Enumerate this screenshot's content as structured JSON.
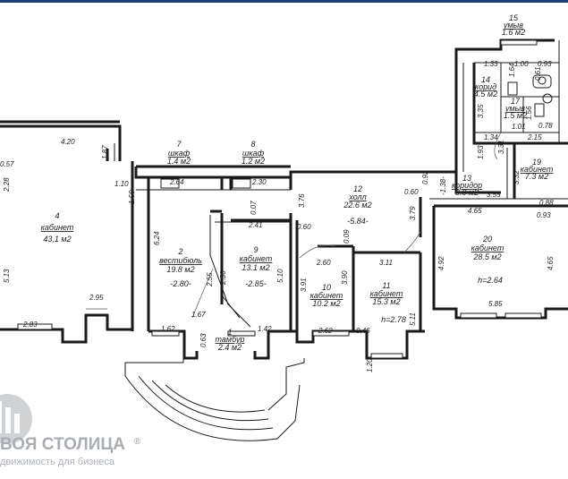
{
  "top_bar_color": "#1f3f7a",
  "rooms": [
    {
      "id": "r1",
      "num": "1",
      "name": "тамбур",
      "area": "2.4 м2"
    },
    {
      "id": "r2",
      "num": "2",
      "name": "вестибюль",
      "area": "19.8 м2",
      "mark": "-2.80-"
    },
    {
      "id": "r4",
      "num": "4",
      "name": "кабинет",
      "area": "43,1 м2"
    },
    {
      "id": "r7",
      "num": "7",
      "name": "шкаф",
      "area": "1.4 м2"
    },
    {
      "id": "r8",
      "num": "8",
      "name": "шкаф",
      "area": "1.2 м2"
    },
    {
      "id": "r9",
      "num": "9",
      "name": "кабинет",
      "area": "13.1 м2",
      "mark": "-2.85-"
    },
    {
      "id": "r10",
      "num": "10",
      "name": "кабинет",
      "area": "10.2 м2"
    },
    {
      "id": "r11",
      "num": "11",
      "name": "кабинет",
      "area": "15.3 м2",
      "mark": "h=2.78"
    },
    {
      "id": "r12",
      "num": "12",
      "name": "холл",
      "area": "22.6 м2",
      "mark": "-5.84-"
    },
    {
      "id": "r13",
      "num": "13",
      "name": "коридор",
      "area": "8.0 м2"
    },
    {
      "id": "r14",
      "num": "14",
      "name": "корид",
      "area": "4.5 м2"
    },
    {
      "id": "r15",
      "num": "15",
      "name": "умыв",
      "area": "1.6 м2"
    },
    {
      "id": "r17",
      "num": "17",
      "name": "умыв",
      "area": "1.5 м2"
    },
    {
      "id": "r19",
      "num": "19",
      "name": "кабинет",
      "area": "7.3 м2"
    },
    {
      "id": "r20",
      "num": "20",
      "name": "кабинет",
      "area": "28.5 м2",
      "mark": "h=2.64"
    }
  ],
  "dimensions": [
    "4.20",
    "1.87",
    "0.57",
    "2.28",
    "5.13",
    "2.95",
    "2.83",
    "1.10",
    "1.50",
    "6.24",
    "2.64",
    "2.30",
    "0.07",
    "2.41",
    "3.76",
    "0.60",
    "0.09",
    "2.60",
    "3.11",
    "3.79",
    "0.60",
    "0.92",
    "-1.38-",
    "3.55",
    "0.88",
    "0.93",
    "4.65",
    "4.92",
    "4.65",
    "5.85",
    "2.55",
    "2.36",
    "5.10",
    "1.67",
    "1.62",
    "0.63",
    "1.42",
    "3.91",
    "3.90",
    "2.62",
    "0.46",
    "1.20",
    "5.11",
    "1.33",
    "1.64",
    "1.00",
    "0.93",
    "0.61",
    "3.35",
    "0.78",
    "1.01",
    "1.56",
    "1.34",
    "2.15",
    "1.93",
    "3.31",
    "3.32"
  ],
  "logo": {
    "name": "ВОЯ СТОЛИЦА",
    "registered": "®",
    "tagline": "движимость для бизнеса"
  }
}
